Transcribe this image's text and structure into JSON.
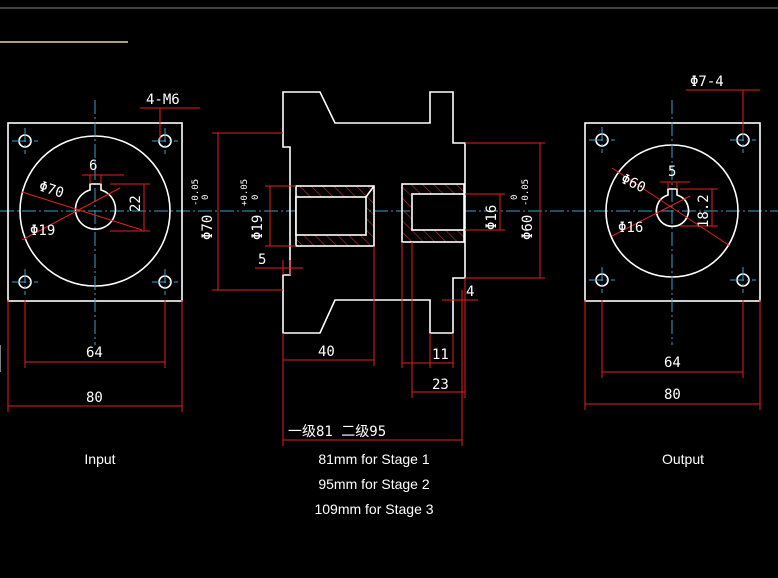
{
  "input_view": {
    "dims": {
      "thread": "4-M6",
      "key_width": "6",
      "bore_depth": "22",
      "pcd": "Φ70",
      "bore": "Φ19",
      "hole_spacing": "64",
      "flange": "80"
    },
    "caption": "Input"
  },
  "side_view": {
    "dims": {
      "pilot_outer": "Φ70",
      "pilot_outer_tol_upper": "-0.05",
      "pilot_outer_tol_lower": "0",
      "bore": "Φ19",
      "bore_tol_upper": "+0.05",
      "bore_tol_lower": "0",
      "step": "5",
      "length_40": "40",
      "length_11": "11",
      "length_23": "23",
      "length_4": "4",
      "shaft": "Φ16",
      "output_pilot": "Φ60",
      "output_pilot_tol_upper": "0",
      "output_pilot_tol_lower": "-0.05",
      "total_length": "一级81  二级95"
    },
    "captions": [
      "81mm for Stage 1",
      "95mm for Stage 2",
      "109mm for Stage 3"
    ]
  },
  "output_view": {
    "dims": {
      "holes": "Φ7-4",
      "key_width": "5",
      "key_height": "18.2",
      "pcd": "Φ60",
      "shaft": "Φ16",
      "hole_spacing": "64",
      "flange": "80"
    },
    "caption": "Output"
  },
  "colors": {
    "background": "#000000",
    "outline": "#ffffff",
    "dimension": "#e02020",
    "centerline": "#3aa0c8",
    "hatch": "#c03030"
  }
}
